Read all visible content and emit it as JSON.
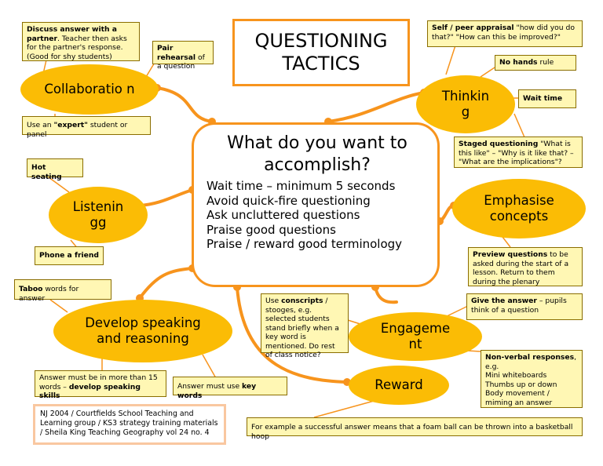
{
  "title": "QUESTIONING TACTICS",
  "center": {
    "question": "What do you want to accomplish?",
    "items": [
      "Wait time – minimum 5 seconds",
      "Avoid quick-fire questioning",
      "Ask uncluttered questions",
      "Praise good questions",
      "Praise / reward good terminology"
    ]
  },
  "nodes": {
    "collaboration": "Collaboratio n",
    "thinking": "Thinkin g",
    "listening": "Listenin gg",
    "emphasise": "Emphasise concepts",
    "develop": "Develop speaking and reasoning",
    "engagement": "Engageme nt",
    "reward": "Reward"
  },
  "notes": {
    "discuss": {
      "bold": "Discuss answer with a partner",
      "text": ". Teacher then asks for the partner's response. (Good for shy students)"
    },
    "pair": {
      "bold": "Pair rehearsal",
      "text": " of a question"
    },
    "expert_pre": "Use an ",
    "expert_bold": "\"expert\"",
    "expert_post": " student or panel",
    "self_peer": {
      "bold": "Self / peer appraisal",
      "text": " \"how did you do that?\" \"How can this be improved?\""
    },
    "no_hands": {
      "bold": "No hands",
      "text": " rule"
    },
    "wait_time": "Wait time",
    "staged": {
      "bold": "Staged questioning",
      "text": " \"What is this like\" – \"Why is it like that? – \"What are the implications\"?"
    },
    "hot_seating": "Hot seating",
    "phone_friend": "Phone a friend",
    "preview": {
      "bold": "Preview questions",
      "text": " to be asked during the start of a lesson. Return to them during the plenary"
    },
    "taboo": {
      "bold": "Taboo",
      "text": " words for answer"
    },
    "conscripts": {
      "pre": "Use ",
      "bold": "conscripts",
      "text": " / stooges, e.g. selected students stand briefly when a key word is mentioned. Do rest of class notice?"
    },
    "give_answer": {
      "bold": "Give the answer",
      "text": " – pupils think of a question"
    },
    "nonverbal": {
      "bold": "Non-verbal responses",
      "lines": [
        ", e.g.",
        "Mini whiteboards",
        "Thumbs up or down",
        "Body movement / miming an answer"
      ]
    },
    "fifteen": {
      "text": "Answer must be in more than 15 words – ",
      "bold": "develop speaking skills"
    },
    "key_words": {
      "text": "Answer must use ",
      "bold": "key words"
    },
    "foam_ball": "For example a successful answer means that a foam ball can be thrown into a basketball hoop"
  },
  "citation": "NJ 2004 / Courtfields School Teaching and Learning group / KS3 strategy training materials / Sheila King Teaching Geography vol 24 no. 4",
  "colors": {
    "accent": "#f7941d",
    "node": "#fbbc05",
    "note": "#fff7b4"
  }
}
